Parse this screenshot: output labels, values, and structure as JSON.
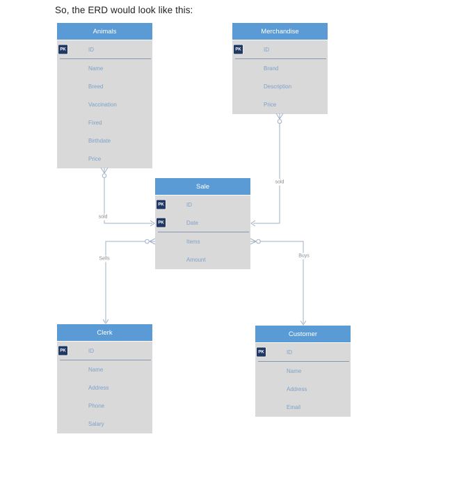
{
  "title": "So, the ERD would look like this:",
  "pk_label": "PK",
  "colors": {
    "entity_header": "#5B9BD5",
    "entity_body": "#D9D9D9",
    "pk_badge": "#1F3864",
    "field_text": "#7FA1C9",
    "connector_line": "#9CB1C4",
    "label_text": "#8A8A8A"
  },
  "entities": [
    {
      "title": "Animals",
      "fields": [
        {
          "name": "ID",
          "pk": true
        },
        {
          "name": "Name",
          "pk": false
        },
        {
          "name": "Breed",
          "pk": false
        },
        {
          "name": "Vaccination",
          "pk": false
        },
        {
          "name": "Fixed",
          "pk": false
        },
        {
          "name": "Birthdate",
          "pk": false
        },
        {
          "name": "Price",
          "pk": false
        }
      ]
    },
    {
      "title": "Merchandise",
      "fields": [
        {
          "name": "ID",
          "pk": true
        },
        {
          "name": "Brand",
          "pk": false
        },
        {
          "name": "Description",
          "pk": false
        },
        {
          "name": "Price",
          "pk": false
        }
      ]
    },
    {
      "title": "Sale",
      "fields": [
        {
          "name": "ID",
          "pk": true
        },
        {
          "name": "Date",
          "pk": true
        },
        {
          "name": "Items",
          "pk": false
        },
        {
          "name": "Amount",
          "pk": false
        }
      ]
    },
    {
      "title": "Clerk",
      "fields": [
        {
          "name": "ID",
          "pk": true
        },
        {
          "name": "Name",
          "pk": false
        },
        {
          "name": "Address",
          "pk": false
        },
        {
          "name": "Phone",
          "pk": false
        },
        {
          "name": "Salary",
          "pk": false
        }
      ]
    },
    {
      "title": "Customer",
      "fields": [
        {
          "name": "ID",
          "pk": true
        },
        {
          "name": "Name",
          "pk": false
        },
        {
          "name": "Address",
          "pk": false
        },
        {
          "name": "Email",
          "pk": false
        }
      ]
    }
  ],
  "connections": [
    {
      "from": "Animals",
      "to": "Sale",
      "label": "sold",
      "cardinality": "zero-or-many to one"
    },
    {
      "from": "Merchandise",
      "to": "Sale",
      "label": "sold",
      "cardinality": "zero-or-many to one"
    },
    {
      "from": "Sale",
      "to": "Clerk",
      "label": "Sells",
      "cardinality": "zero-or-many to one"
    },
    {
      "from": "Sale",
      "to": "Customer",
      "label": "Buys",
      "cardinality": "zero-or-many to one"
    }
  ]
}
